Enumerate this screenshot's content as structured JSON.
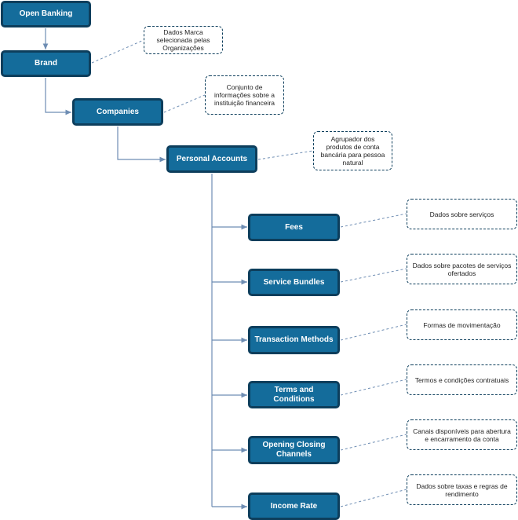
{
  "colors": {
    "node_fill": "#146c9b",
    "node_border": "#0d3e5c",
    "connector": "#6e8db3",
    "note_border": "#0d3e5c"
  },
  "nodes": {
    "open_banking": "Open Banking",
    "brand": "Brand",
    "companies": "Companies",
    "personal_accounts": "Personal Accounts",
    "fees": "Fees",
    "service_bundles": "Service Bundles",
    "transaction_methods": "Transaction Methods",
    "terms_and_conditions": "Terms and Conditions",
    "opening_closing_channels": "Opening Closing Channels",
    "income_rate": "Income Rate"
  },
  "notes": {
    "brand": "Dados Marca selecionada pelas Organizações",
    "companies": "Conjunto de informações sobre a instituição financeira",
    "personal_accounts": "Agrupador dos produtos de conta bancária para pessoa natural",
    "fees": "Dados sobre serviços",
    "service_bundles": "Dados sobre pacotes de serviços ofertados",
    "transaction_methods": "Formas de movimentação",
    "terms_and_conditions": "Termos e condições contratuais",
    "opening_closing_channels": "Canais disponíveis para abertura e encarramento da conta",
    "income_rate": "Dados sobre taxas e regras de rendimento"
  }
}
